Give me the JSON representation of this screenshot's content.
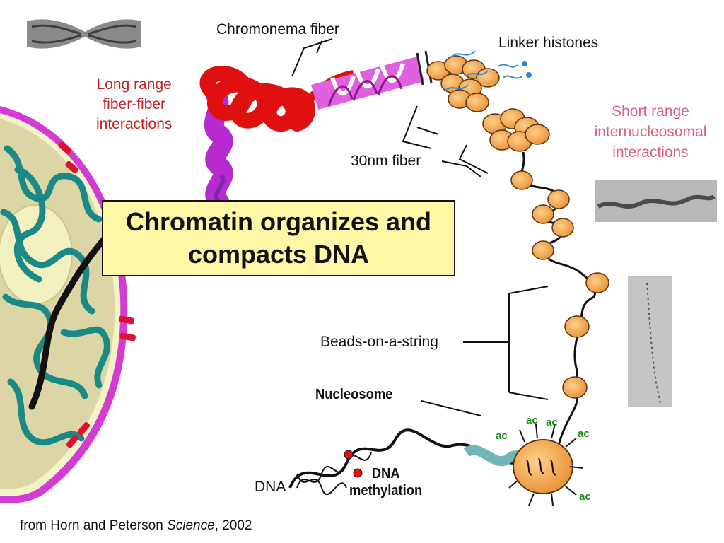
{
  "labels": {
    "chromonema_fiber": "Chromonema fiber",
    "linker_histones": "Linker histones",
    "long_range_1": "Long range",
    "long_range_2": "fiber-fiber",
    "long_range_3": "interactions",
    "short_range_1": "Short range",
    "short_range_2": "internucleosomal",
    "short_range_3": "interactions",
    "fiber_30nm": "30nm fiber",
    "beads_on_string": "Beads-on-a-string",
    "nucleosome": "Nucleosome",
    "dna": "DNA",
    "dna_methylation_1": "DNA",
    "dna_methylation_2": "methylation",
    "acetyl_mark": "ac"
  },
  "title": {
    "line1": "Chromatin organizes and",
    "line2": "compacts DNA"
  },
  "citation": {
    "prefix": "from Horn and Peterson ",
    "journal": "Science",
    "suffix": ", 2002"
  },
  "colors": {
    "title_box": "#fdf7a6",
    "long_range_text": "#c41e1e",
    "short_range_text": "#e0607a",
    "acetyl_text": "#1a8a1a",
    "nuclear_envelope": "#d23cd2",
    "chromatin_teal": "#1a8a86",
    "nucleosome_orange": "#f5a85a",
    "condensed_red": "#e01010",
    "condensed_purple": "#b62ad0"
  }
}
